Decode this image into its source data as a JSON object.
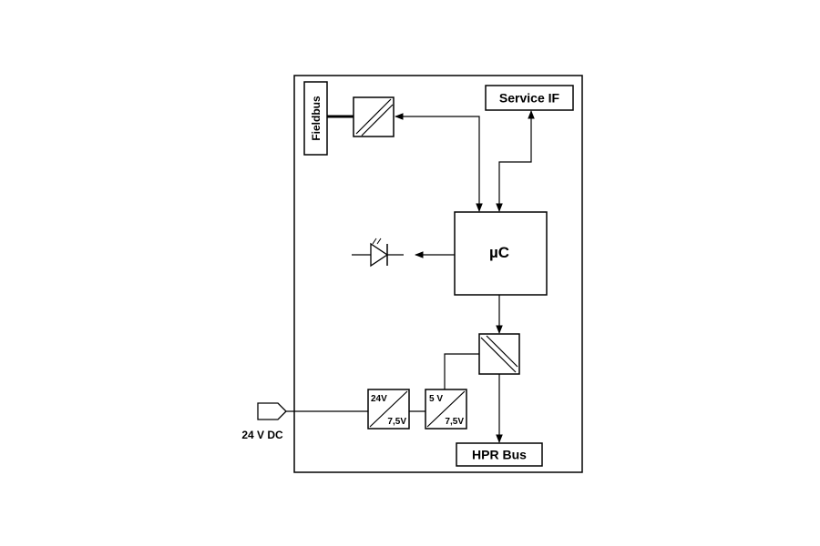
{
  "diagram": {
    "fieldbus_label": "Fieldbus",
    "service_if_label": "Service IF",
    "microcontroller_label": "µC",
    "hpr_bus_label": "HPR Bus",
    "power_input_label": "24 V DC",
    "converter_24v": {
      "input_label": "24V",
      "output_label": "7,5V"
    },
    "converter_5v": {
      "input_label": "5 V",
      "output_label": "7,5V"
    }
  },
  "colors": {
    "stroke": "#000000",
    "background": "#ffffff"
  }
}
